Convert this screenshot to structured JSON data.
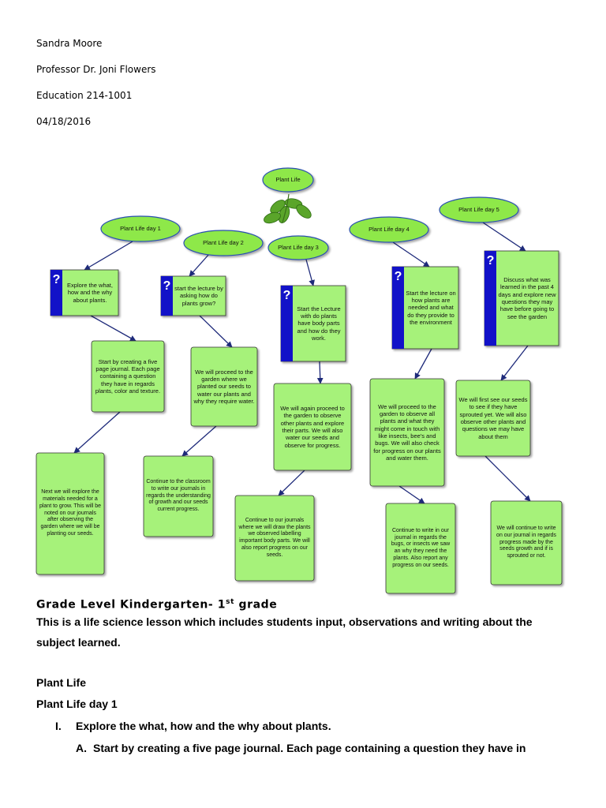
{
  "header": {
    "author": "Sandra Moore",
    "professor": "Professor Dr. Joni Flowers",
    "course": "Education 214-1001",
    "date": "04/18/2016"
  },
  "diagram": {
    "colors": {
      "ellipse_fill": "#8ee84a",
      "box_fill": "#a6f27a",
      "q_fill": "#1212c8",
      "arrow": "#1e2a7a"
    },
    "root": "Plant Life",
    "days": [
      {
        "label": "Plant Life day 1",
        "question": "Explore the what, how and the why about plants.",
        "steps": [
          "Start by creating a five page journal. Each page containing a question they have in regards plants, color and texture.",
          "Next we will explore the materials needed for a plant to grow. This will be noted on our journals after observing the garden where we will be planting our seeds."
        ]
      },
      {
        "label": "Plant Life day 2",
        "question": "start the lecture by asking how do plants grow?",
        "steps": [
          "We will proceed to the garden where we planted our seeds to water our plants and why they require water.",
          "Continue to the classroom to write our journals in regards the understanding of growth and our seeds current progress."
        ]
      },
      {
        "label": "Plant Life day 3",
        "question": "Start the Lecture with do plants have body parts and how do they work.",
        "steps": [
          "We will again proceed to the garden to observe other plants and explore their parts. We will also water our seeds and observe for progress.",
          "Continue to our journals where we will draw the plants we observed labelling important body parts. We will also report progress on our seeds."
        ]
      },
      {
        "label": "Plant Life day 4",
        "question": "Start the lecture on how plants are needed and what do they provide to the environment",
        "steps": [
          "We will proceed to the garden to observe all plants and what they might come in touch with like insects, bee's and bugs. We will also check for progress on our plants and water them.",
          "Continue to write in our journal in regards the bugs, or insects we saw an why they need the plants. Also report any progress on our seeds."
        ]
      },
      {
        "label": "Plant Life day 5",
        "question": "Discuss what was learned in the past 4 days and explore new questions they may have before going to see the garden",
        "steps": [
          "We will first see our seeds to see if they have sprouted yet. We will also observe other plants and questions we may have about them",
          "We will continue to write on our journal in regards progress made by the seeds growth and if is sprouted or not."
        ]
      }
    ]
  },
  "body": {
    "grade_level_prefix": "Grade Level Kindergarten- 1",
    "grade_level_sup": "st",
    "grade_level_suffix": " grade",
    "description_line1": "This is a life science lesson which includes students input, observations and writing about the",
    "description_line2": "subject learned.",
    "heading_plant_life": "Plant Life",
    "heading_day1": "Plant Life day 1",
    "item_I_marker": "I.",
    "item_I_text": "Explore the what, how and the why about plants.",
    "item_A_marker": "A.",
    "item_A_text": "Start by creating a five page journal. Each page containing a question they have in"
  }
}
